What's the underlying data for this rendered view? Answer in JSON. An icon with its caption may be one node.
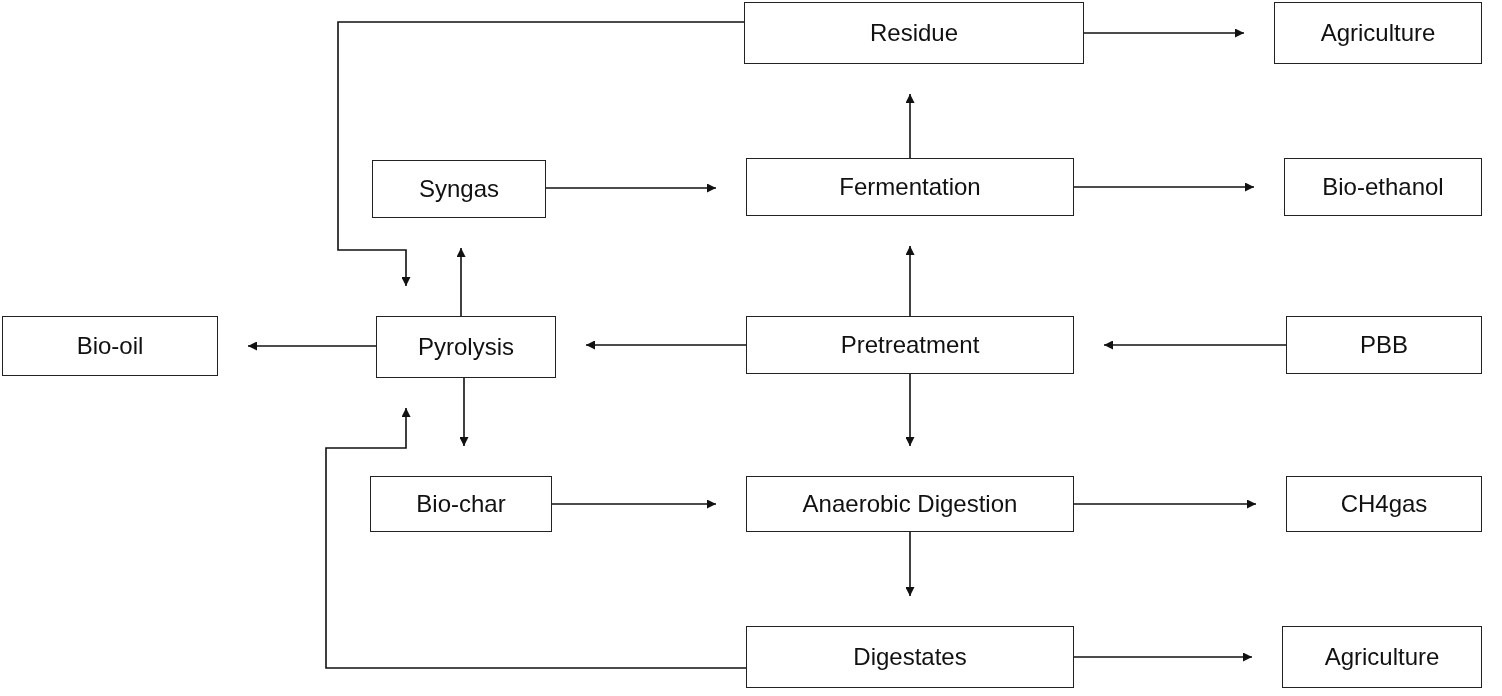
{
  "diagram": {
    "nodes": [
      {
        "text": [
          "Residue"
        ]
      },
      {
        "text": [
          "Agriculture"
        ]
      },
      {
        "text": [
          "Syngas"
        ]
      },
      {
        "text": [
          "Fermentation"
        ]
      },
      {
        "text": [
          "Bio-ethanol"
        ]
      },
      {
        "text": [
          "Bio-oil"
        ]
      },
      {
        "text": [
          "Pyrolysis"
        ]
      },
      {
        "text": [
          "Pretreatment"
        ]
      },
      {
        "text": [
          "PBB"
        ]
      },
      {
        "text": [
          "Bio-char"
        ]
      },
      {
        "text": [
          "Anaerobic Digestion"
        ]
      },
      {
        "text": [
          "CH4gas"
        ]
      },
      {
        "text": [
          "Digestates"
        ]
      },
      {
        "text": [
          "Agriculture"
        ]
      }
    ],
    "edges": [
      {
        "from": 0,
        "to": 1,
        "arrow": "to"
      },
      {
        "from": 3,
        "to": 0,
        "arrow": "to"
      },
      {
        "from": 2,
        "to": 3,
        "arrow": "to"
      },
      {
        "from": 3,
        "to": 4,
        "arrow": "to"
      },
      {
        "from": 7,
        "to": 3,
        "arrow": "to"
      },
      {
        "from": 6,
        "to": 2,
        "arrow": "to"
      },
      {
        "from": 7,
        "to": 6,
        "arrow": "to"
      },
      {
        "from": 6,
        "to": 5,
        "arrow": "to"
      },
      {
        "from": 8,
        "to": 7,
        "arrow": "to"
      },
      {
        "from": 7,
        "to": 10,
        "arrow": "to"
      },
      {
        "from": 6,
        "to": 9,
        "arrow": "to"
      },
      {
        "from": 9,
        "to": 10,
        "arrow": "to"
      },
      {
        "from": 10,
        "to": 11,
        "arrow": "to"
      },
      {
        "from": 10,
        "to": 12,
        "arrow": "to"
      },
      {
        "from": 12,
        "to": 13,
        "arrow": "to"
      },
      {
        "from": 0,
        "to": 6,
        "arrow": "to"
      },
      {
        "from": 12,
        "to": 6,
        "arrow": "to"
      }
    ]
  }
}
